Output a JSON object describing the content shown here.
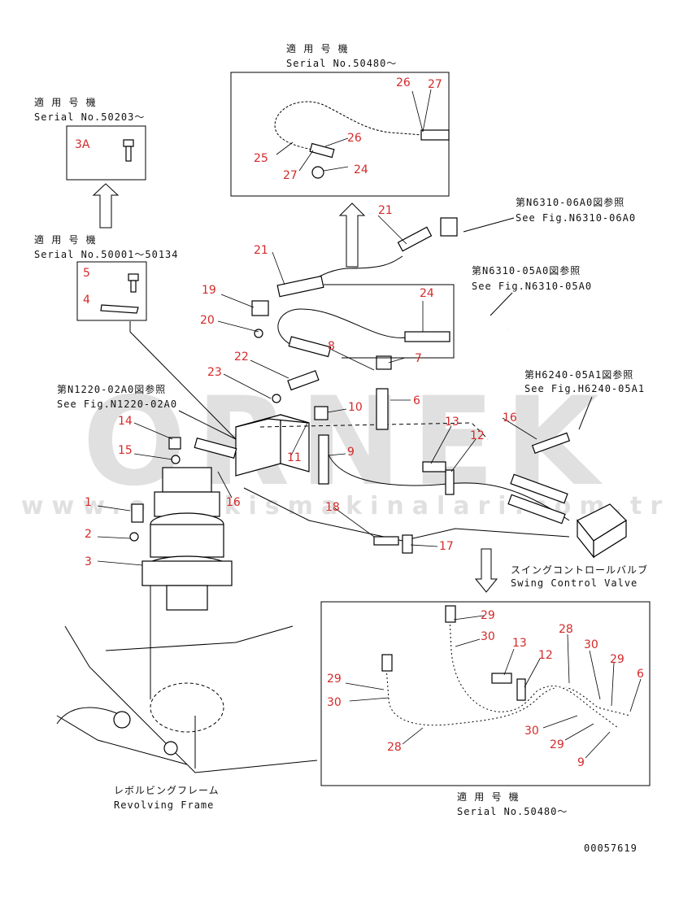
{
  "watermark": {
    "brand": "ORNEK",
    "url": "www.ornekismakinalari.com.tr",
    "color": "#c8c8c8"
  },
  "captions": {
    "top_center_jp": "適 用 号 機",
    "top_center_en": "Serial No.50480〜",
    "top_left_jp": "適 用 号 機",
    "top_left_en": "Serial No.50203〜",
    "mid_left_jp": "適 用 号 機",
    "mid_left_en": "Serial No.50001〜50134",
    "ref1_jp": "第N6310-06A0図参照",
    "ref1_en": "See Fig.N6310-06A0",
    "ref2_jp": "第N6310-05A0図参照",
    "ref2_en": "See Fig.N6310-05A0",
    "ref3_jp": "第H6240-05A1図参照",
    "ref3_en": "See Fig.H6240-05A1",
    "ref4_jp": "第N1220-02A0図参照",
    "ref4_en": "See Fig.N1220-02A0",
    "valve_jp": "スイングコントロールバルブ",
    "valve_en": "Swing Control Valve",
    "frame_jp": "レボルビングフレーム",
    "frame_en": "Revolving Frame",
    "bottom_jp": "適 用 号 機",
    "bottom_en": "Serial No.50480〜",
    "drawing_no": "00057619"
  },
  "callouts": {
    "c1": "1",
    "c2": "2",
    "c3": "3",
    "c3a": "3A",
    "c4": "4",
    "c5": "5",
    "c6": "6",
    "c7": "7",
    "c8": "8",
    "c9": "9",
    "c10": "10",
    "c11": "11",
    "c12": "12",
    "c13": "13",
    "c14": "14",
    "c15": "15",
    "c16a": "16",
    "c16b": "16",
    "c17": "17",
    "c18": "18",
    "c19": "19",
    "c20": "20",
    "c21a": "21",
    "c21b": "21",
    "c22": "22",
    "c23": "23",
    "c24a": "24",
    "c24b": "24",
    "c25": "25",
    "c26a": "26",
    "c26b": "26",
    "c27a": "27",
    "c27b": "27",
    "d29a": "29",
    "d30a": "30",
    "d13": "13",
    "d12": "12",
    "d28a": "28",
    "d30b": "30",
    "d29b": "29",
    "d6": "6",
    "d29c": "29",
    "d30c": "30",
    "d28b": "28",
    "d30d": "30",
    "d29d": "29",
    "d9": "9"
  },
  "colors": {
    "callout": "#d42a2a",
    "line": "#000000"
  }
}
